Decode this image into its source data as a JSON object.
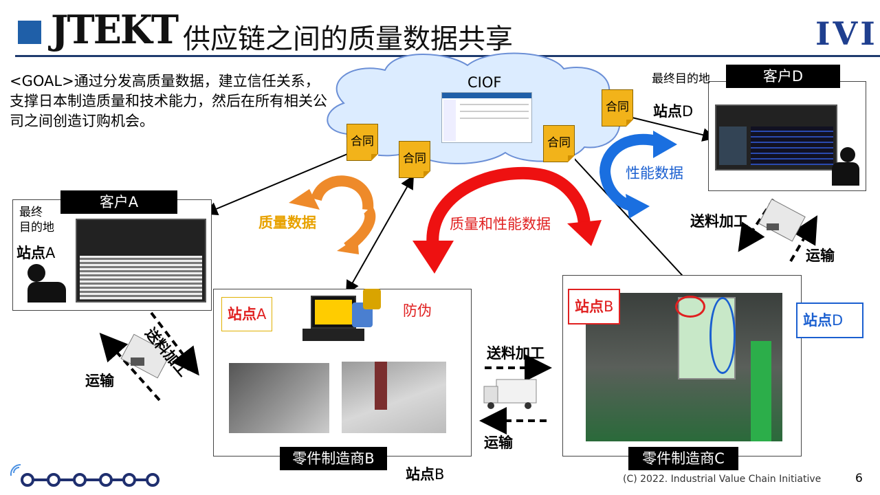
{
  "header": {
    "logo_text": "JTEKT",
    "title": "供应链之间的质量数据共享",
    "brand_logo": "IVI"
  },
  "goal_text": "<GOAL>通过分发高质量数据，建立信任关系，支撑日本制造质量和技术能力，然后在所有相关公司之间创造订购机会。",
  "cloud": {
    "label": "CIOF"
  },
  "contracts": [
    "合同",
    "合同",
    "合同",
    "合同"
  ],
  "customer_a": {
    "label": "客户A",
    "dest": "最终\n目的地",
    "station": "站点",
    "station_suffix": "A"
  },
  "customer_d": {
    "label": "客户D",
    "dest": "最终目的地",
    "station": "站点",
    "station_suffix": "D"
  },
  "supplier_b": {
    "label": "零件制造商B",
    "station": "站点",
    "station_suffix": "B",
    "callout_station": "站点",
    "callout_suffix": "A",
    "anti_counterfeit": "防伪"
  },
  "supplier_c": {
    "label": "零件制造商C",
    "callout_b": "站点",
    "callout_b_suffix": "B",
    "callout_d": "站点",
    "callout_d_suffix": "D"
  },
  "flows": {
    "quality_data": "质量数据",
    "quality_perf_data": "质量和性能数据",
    "perf_data": "性能数据",
    "process_left": "送料加工",
    "transport_left": "运输",
    "process_mid": "送料加工",
    "transport_mid": "运输",
    "process_right": "送料加工",
    "transport_right": "运输"
  },
  "colors": {
    "orange_arrow": "#ee8a2a",
    "red_arrow": "#ee1111",
    "blue_arrow": "#1a6fe0",
    "contract_fill": "#f2b31a",
    "label_orange": "#e8a200",
    "label_red": "#e02020",
    "label_blue": "#1a5fd0"
  },
  "footer": {
    "copyright": "(C) 2022. Industrial Value Chain Initiative",
    "page": "6"
  }
}
